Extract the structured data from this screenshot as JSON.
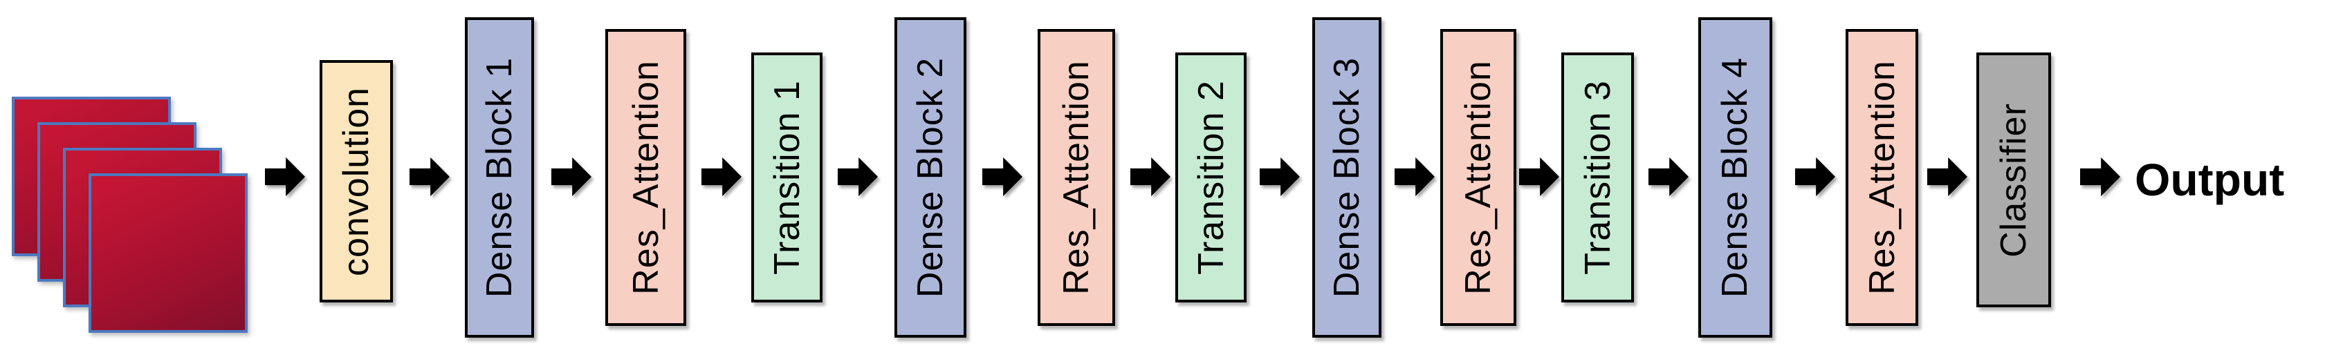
{
  "input_stack": {
    "layer_count": 4
  },
  "stages": [
    {
      "label": "convolution",
      "type": "convolution"
    },
    {
      "label": "Dense Block 1",
      "type": "dense_block"
    },
    {
      "label": "Res_Attention",
      "type": "res_attention"
    },
    {
      "label": "Transition 1",
      "type": "transition"
    },
    {
      "label": "Dense Block 2",
      "type": "dense_block"
    },
    {
      "label": "Res_Attention",
      "type": "res_attention"
    },
    {
      "label": "Transition 2",
      "type": "transition"
    },
    {
      "label": "Dense Block 3",
      "type": "dense_block"
    },
    {
      "label": "Res_Attention",
      "type": "res_attention"
    },
    {
      "label": "Transition 3",
      "type": "transition"
    },
    {
      "label": "Dense Block 4",
      "type": "dense_block"
    },
    {
      "label": "Res_Attention",
      "type": "res_attention"
    },
    {
      "label": "Classifier",
      "type": "classifier"
    }
  ],
  "output_label": "Output",
  "colors": {
    "convolution_fill": "#FBE5BD",
    "dense_block_fill": "#ACB6D9",
    "res_attention_fill": "#F8CFC3",
    "transition_fill": "#C8EBD3",
    "classifier_fill": "#ABABAB",
    "box_border": "#000000",
    "arrow": "#000000",
    "input_square_gradient_start": "#C41634",
    "input_square_gradient_end": "#82102A",
    "input_square_border": "#4D79C0",
    "output_text": "#000000"
  }
}
